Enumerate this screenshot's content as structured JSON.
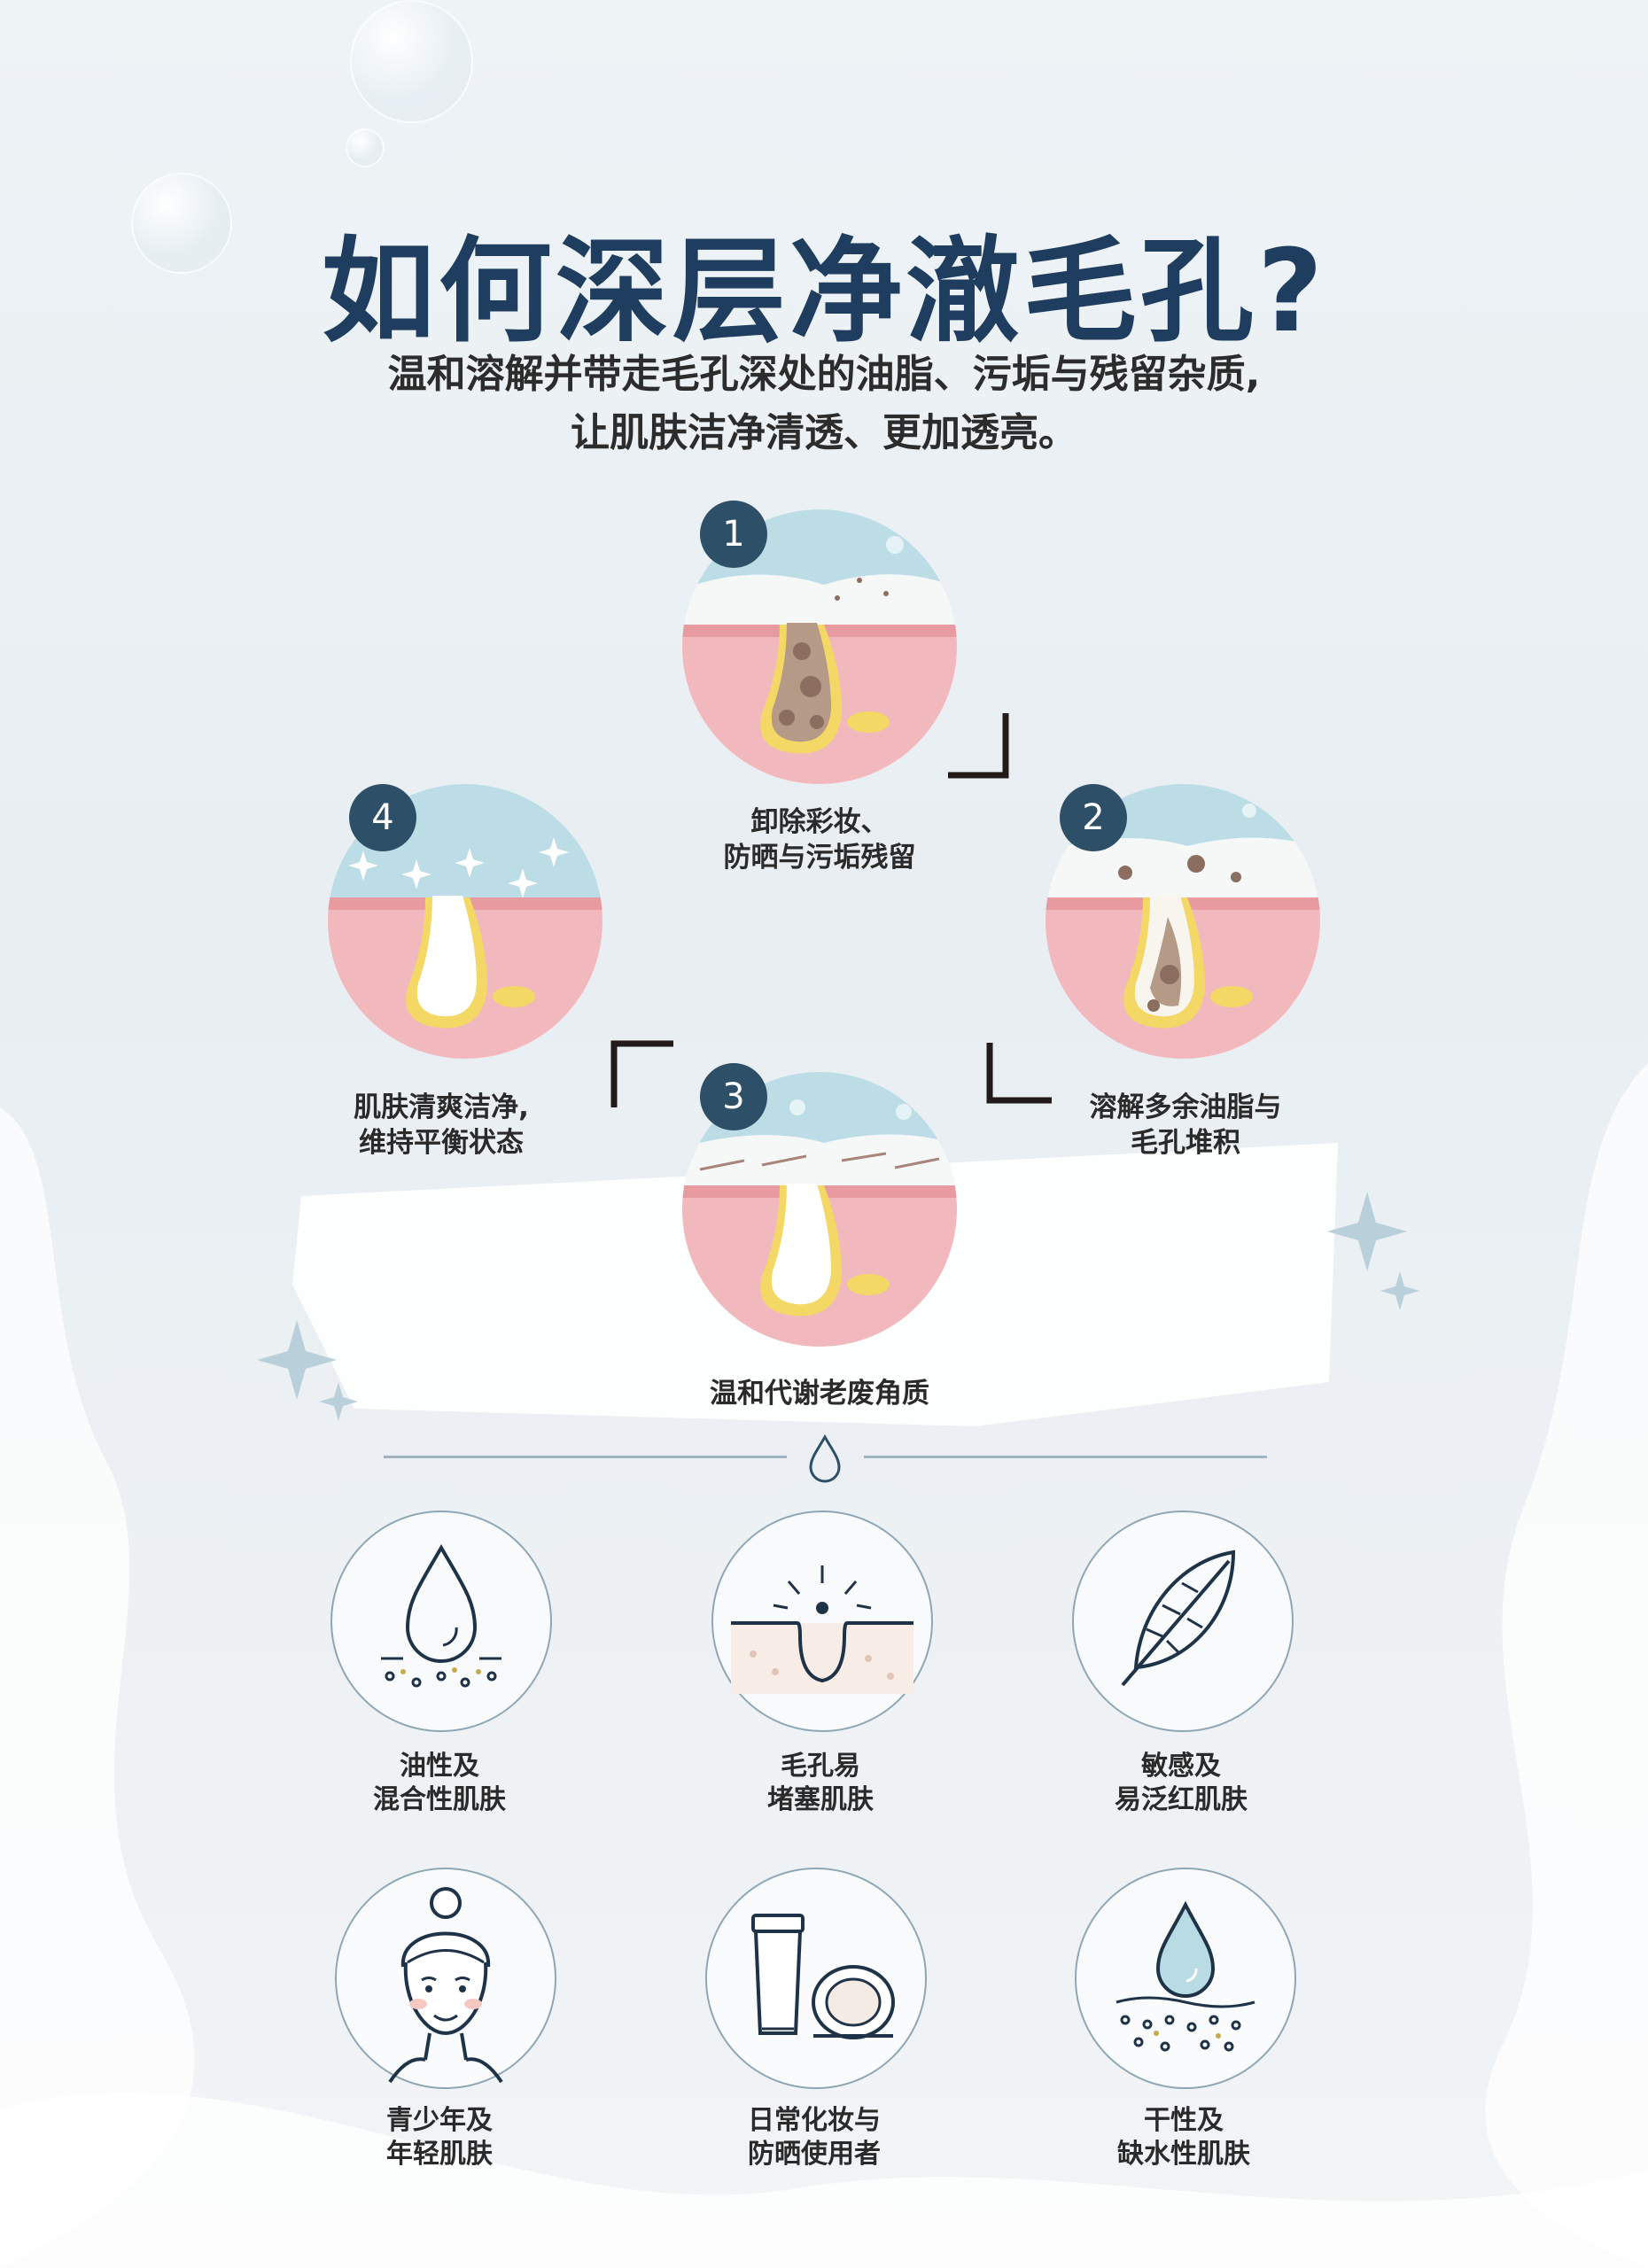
{
  "header": {
    "title": "如何深层净澈毛孔?",
    "subtitle_lines": [
      "温和溶解并带走毛孔深处的油脂、污垢与残留杂质,",
      "让肌肤洁净清透、更加透亮。"
    ]
  },
  "steps": [
    {
      "number": "1",
      "label_lines": [
        "卸除彩妆、",
        "防晒与污垢残留"
      ]
    },
    {
      "number": "2",
      "label_lines": [
        "溶解多余油脂与",
        "毛孔堆积"
      ]
    },
    {
      "number": "3",
      "label_lines": [
        "温和代谢老废角质"
      ]
    },
    {
      "number": "4",
      "label_lines": [
        "肌肤清爽洁净,",
        "维持平衡状态"
      ]
    }
  ],
  "skin_types": [
    {
      "icon": "oil-drop-icon",
      "label_lines": [
        "油性及",
        "混合性肌肤"
      ]
    },
    {
      "icon": "clogged-pore-icon",
      "label_lines": [
        "毛孔易",
        "堵塞肌肤"
      ]
    },
    {
      "icon": "feather-icon",
      "label_lines": [
        "敏感及",
        "易泛红肌肤"
      ]
    },
    {
      "icon": "teen-face-icon",
      "label_lines": [
        "青少年及",
        "年轻肌肤"
      ]
    },
    {
      "icon": "makeup-products-icon",
      "label_lines": [
        "日常化妆与",
        "防晒使用者"
      ]
    },
    {
      "icon": "hydration-drop-icon",
      "label_lines": [
        "干性及",
        "缺水性肌肤"
      ]
    }
  ],
  "colors": {
    "title": "#1f3d5e",
    "badge": "#2e4f68",
    "skin_pink": "#f2b9be",
    "water_blue": "#b9dbe4",
    "gland_yellow": "#f0d35a",
    "line_icon": "#1f3348"
  }
}
